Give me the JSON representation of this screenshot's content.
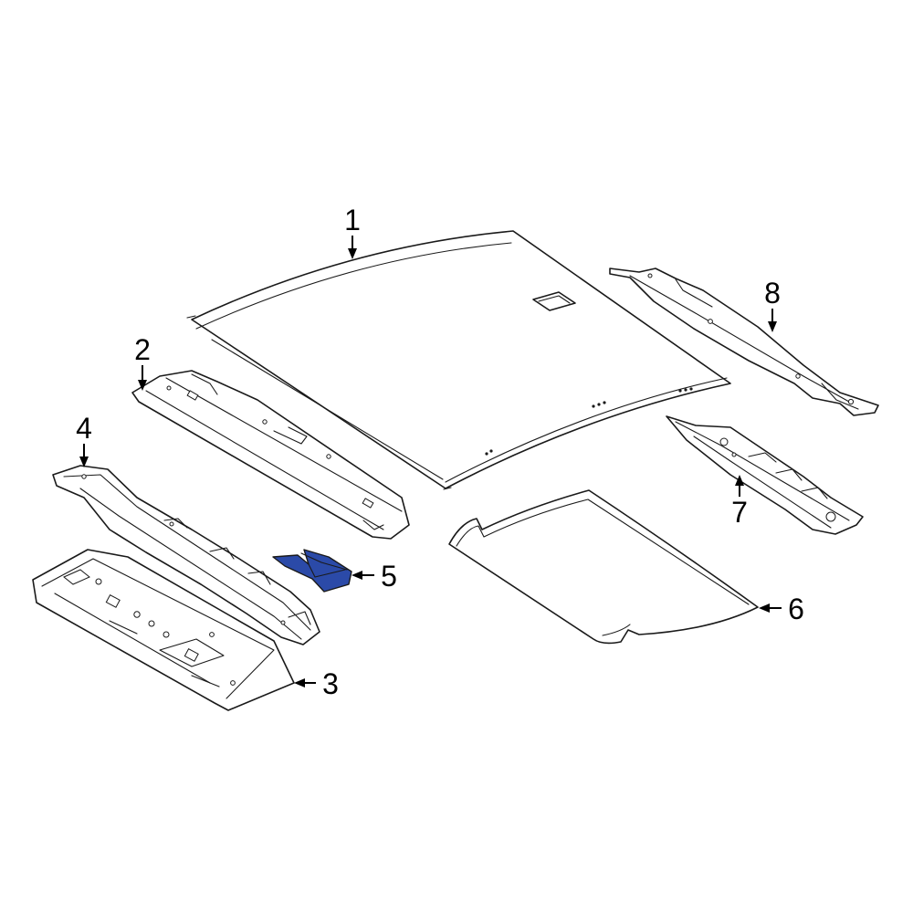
{
  "highlight_color": "#2b4aa8",
  "callouts": [
    {
      "id": "callout-1",
      "label": "1"
    },
    {
      "id": "callout-2",
      "label": "2"
    },
    {
      "id": "callout-3",
      "label": "3"
    },
    {
      "id": "callout-4",
      "label": "4"
    },
    {
      "id": "callout-5",
      "label": "5"
    },
    {
      "id": "callout-6",
      "label": "6"
    },
    {
      "id": "callout-7",
      "label": "7"
    },
    {
      "id": "callout-8",
      "label": "8"
    }
  ]
}
